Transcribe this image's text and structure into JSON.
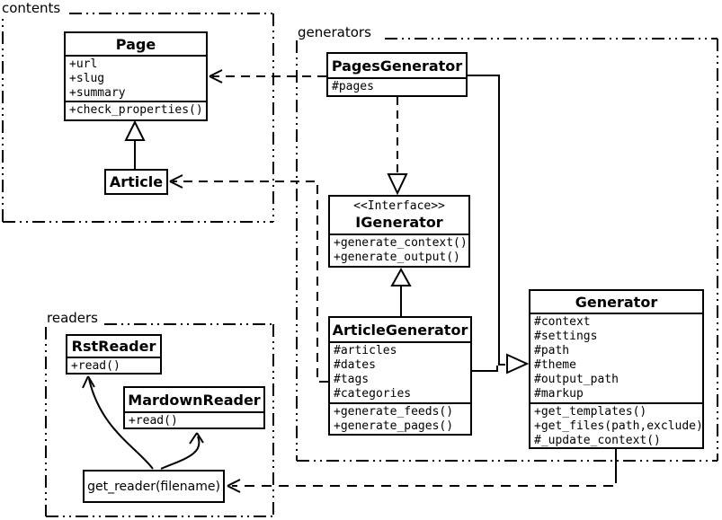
{
  "packages": {
    "contents": "contents",
    "generators": "generators",
    "readers": "readers"
  },
  "classes": {
    "page": {
      "title": "Page",
      "attrs": [
        "+url",
        "+slug",
        "+summary"
      ],
      "methods": [
        "+check_properties()"
      ]
    },
    "article": {
      "title": "Article"
    },
    "pages_generator": {
      "title": "PagesGenerator",
      "attrs": [
        "#pages"
      ]
    },
    "igenerator": {
      "stereotype": "<<Interface>>",
      "title": "IGenerator",
      "methods": [
        "+generate_context()",
        "+generate_output()"
      ]
    },
    "article_generator": {
      "title": "ArticleGenerator",
      "attrs": [
        "#articles",
        "#dates",
        "#tags",
        "#categories"
      ],
      "methods": [
        "+generate_feeds()",
        "+generate_pages()"
      ]
    },
    "generator": {
      "title": "Generator",
      "attrs": [
        "#context",
        "#settings",
        "#path",
        "#theme",
        "#output_path",
        "#markup"
      ],
      "methods": [
        "+get_templates()",
        "+get_files(path,exclude)",
        "#_update_context()"
      ]
    },
    "rst_reader": {
      "title": "RstReader",
      "methods": [
        "+read()"
      ]
    },
    "mardown_reader": {
      "title": "MardownReader",
      "methods": [
        "+read()"
      ]
    },
    "get_reader": {
      "label": "get_reader(filename)"
    }
  },
  "colors": {
    "line": "#000000",
    "background": "#ffffff",
    "box_fill": "#ffffff"
  }
}
